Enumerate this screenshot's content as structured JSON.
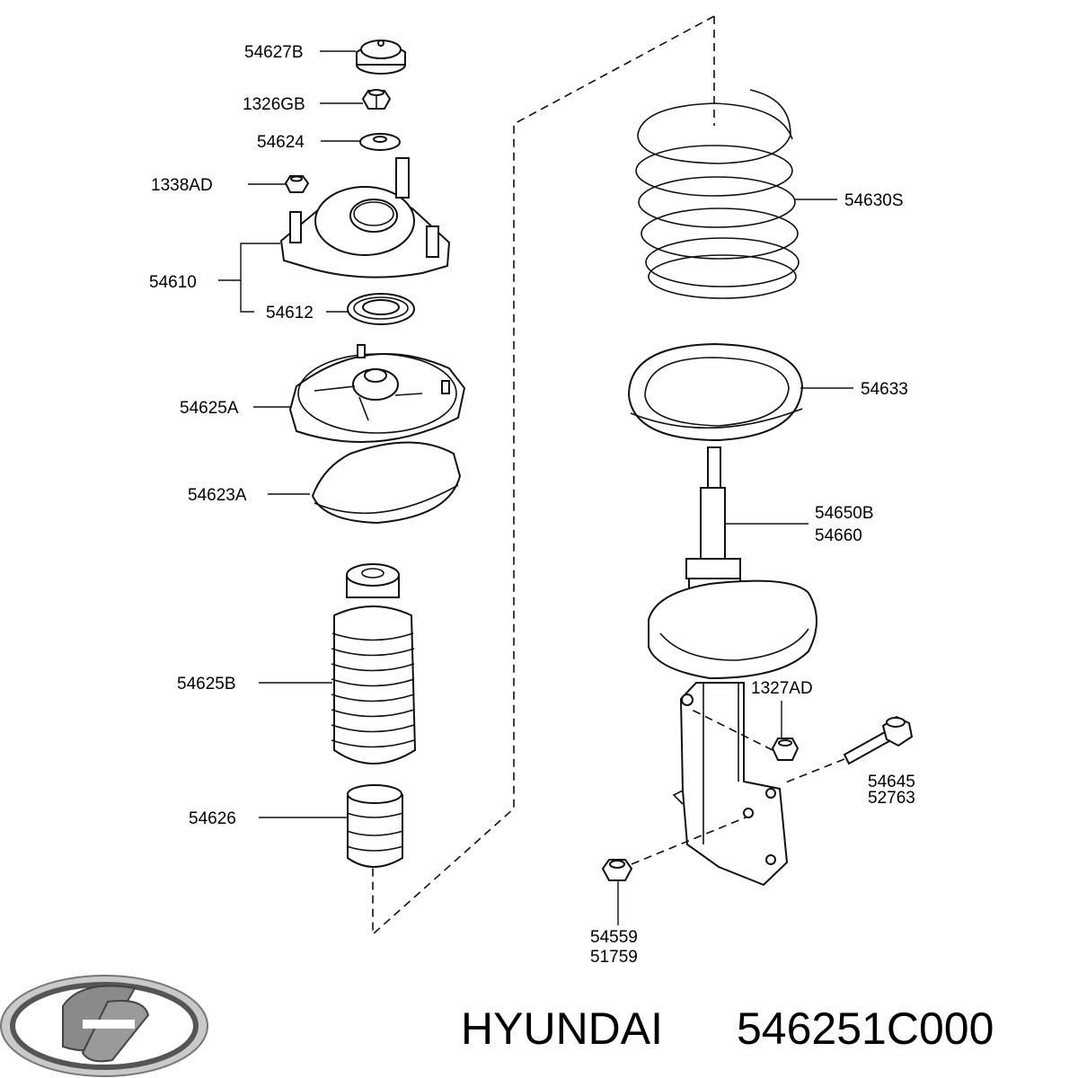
{
  "brand": "HYUNDAI",
  "part_number": "546251C000",
  "logo_icon": "hyundai-logo-icon",
  "labels": {
    "p54627B": "54627B",
    "p1326GB": "1326GB",
    "p54624": "54624",
    "p1338AD": "1338AD",
    "p54610": "54610",
    "p54612": "54612",
    "p54625A": "54625A",
    "p54623A": "54623A",
    "p54625B": "54625B",
    "p54626": "54626",
    "p54630S": "54630S",
    "p54633": "54633",
    "p54650B": "54650B",
    "p54660": "54660",
    "p1327AD": "1327AD",
    "p54645": "54645",
    "p52763": "52763",
    "p54559": "54559",
    "p51759": "51759"
  }
}
